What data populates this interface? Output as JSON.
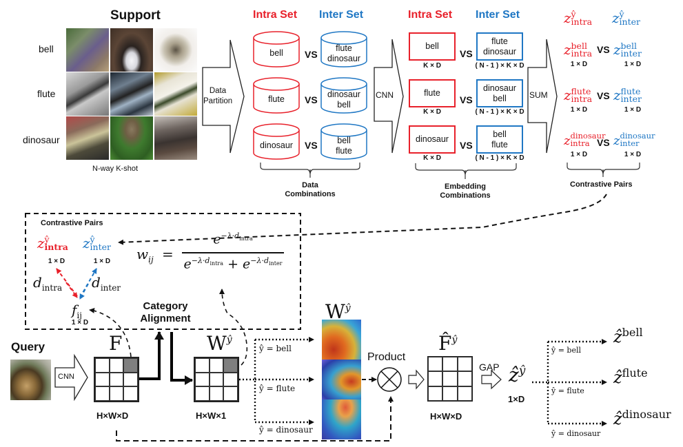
{
  "support": {
    "title": "Support",
    "caption": "N-way K-shot",
    "classes": [
      "bell",
      "flute",
      "dinosaur"
    ]
  },
  "partition_label": [
    "Data",
    "Partition"
  ],
  "data_combinations": {
    "intra_header": "Intra Set",
    "inter_header": "Inter Set",
    "rows": [
      {
        "intra": "bell",
        "inter": [
          "flute",
          "dinosaur"
        ]
      },
      {
        "intra": "flute",
        "inter": [
          "dinosaur",
          "bell"
        ]
      },
      {
        "intra": "dinosaur",
        "inter": [
          "bell",
          "flute"
        ]
      }
    ],
    "vs": "VS",
    "caption": [
      "Data",
      "Combinations"
    ]
  },
  "cnn_label": "CNN",
  "embedding_combinations": {
    "intra_header": "Intra Set",
    "inter_header": "Inter Set",
    "intra_dim": "K × D",
    "inter_dim": "( N - 1 ) × K × D",
    "caption": [
      "Embedding",
      "Combinations"
    ]
  },
  "sum_label": "SUM",
  "contrastive_pairs": {
    "header_intra": {
      "base": "z",
      "sup": "ŷ",
      "sub": "intra"
    },
    "header_inter": {
      "base": "z",
      "sup": "ŷ",
      "sub": "inter"
    },
    "pairs": [
      {
        "class": "bell",
        "intra_sub": "intra",
        "inter_sub": "inter"
      },
      {
        "class": "flute",
        "intra_sub": "intra",
        "inter_sub": "inter"
      },
      {
        "class": "dinosaur",
        "intra_sub": "intra",
        "inter_sub": "inter"
      }
    ],
    "dim": "1 × D",
    "caption": "Contrastive Pairs"
  },
  "alignment_box": {
    "title": "Contrastive Pairs",
    "z_intra": {
      "base": "z",
      "sup": "ŷ",
      "sub": "intra"
    },
    "z_inter": {
      "base": "z",
      "sup": "ŷ",
      "sub": "inter"
    },
    "dim": "1 × D",
    "d_intra": {
      "base": "d",
      "sub": "intra"
    },
    "d_inter": {
      "base": "d",
      "sub": "inter"
    },
    "f_ij": {
      "base": "f",
      "sub": "ij"
    },
    "f_dim": "1 × D",
    "formula": {
      "lhs": "w",
      "lhs_sub": "ij",
      "eq": "=",
      "numerator": "e",
      "numerator_exp": "−λ·d",
      "numerator_exp_sub": "intra",
      "den_a": "e",
      "den_a_exp": "−λ·d",
      "den_a_exp_sub": "intra",
      "plus": "+",
      "den_b": "e",
      "den_b_exp": "−λ·d",
      "den_b_exp_sub": "inter"
    },
    "label": [
      "Category",
      "Alignment"
    ]
  },
  "query": {
    "title": "Query",
    "cnn_label": "CNN",
    "F_label": "F",
    "F_dim": "H×W×D",
    "W_label": "W",
    "W_sup": "ŷ",
    "W_dim": "H×W×1"
  },
  "branches": {
    "conditions": [
      "ŷ = bell",
      "ŷ = flute",
      "ŷ = dinosaur"
    ]
  },
  "heatmap": {
    "label": "W",
    "sup": "ŷ"
  },
  "product_label": "Product",
  "F_hat": {
    "label": "F̂",
    "sup": "ŷ",
    "dim": "H×W×D"
  },
  "gap_label": "GAP",
  "z_hat": {
    "label": "ẑ",
    "sup": "ŷ",
    "dim": "1×D"
  },
  "outputs": {
    "conditions": [
      "ŷ = bell",
      "ŷ = flute",
      "ŷ = dinosaur"
    ],
    "labels": [
      {
        "base": "ẑ",
        "sup": "bell"
      },
      {
        "base": "ẑ",
        "sup": "flute"
      },
      {
        "base": "ẑ",
        "sup": "dinosaur"
      }
    ]
  },
  "colors": {
    "intra": "#e8202a",
    "inter": "#1f77c4",
    "highlight_cell": "#7f7f7f"
  }
}
